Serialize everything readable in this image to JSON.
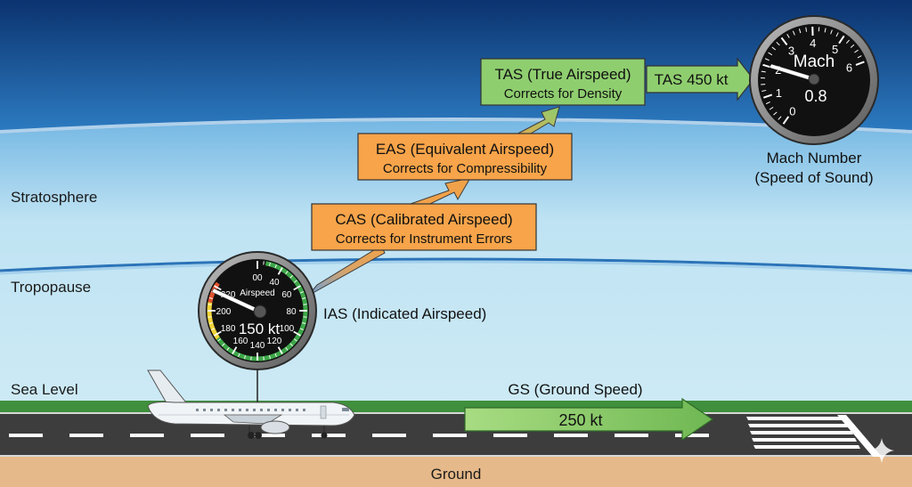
{
  "zones": {
    "stratosphere": "Stratosphere",
    "tropopause": "Tropopause",
    "sea_level": "Sea Level",
    "ground": "Ground"
  },
  "boxes": {
    "cas": {
      "title": "CAS (Calibrated Airspeed)",
      "subtitle": "Corrects for Instrument Errors",
      "color": "#f7a44a"
    },
    "eas": {
      "title": "EAS (Equivalent Airspeed)",
      "subtitle": "Corrects for Compressibility",
      "color": "#f7a44a"
    },
    "tas": {
      "title": "TAS (True Airspeed)",
      "subtitle": "Corrects for Density",
      "color": "#8fce6f"
    }
  },
  "tas_arrow_label": "TAS 450 kt",
  "airspeed_indicator": {
    "face_label": "Airspeed",
    "reading": "150 kt",
    "caption": "IAS (Indicated Airspeed)",
    "ticks": [
      "00",
      "40",
      "60",
      "80",
      "100",
      "120",
      "140",
      "160",
      "180",
      "200",
      "220"
    ]
  },
  "mach_meter": {
    "face_label": "Mach",
    "reading": "0.8",
    "caption_line1": "Mach Number",
    "caption_line2": "(Speed of Sound)",
    "ticks": [
      "0",
      "1",
      "2",
      "3",
      "4",
      "5",
      "6"
    ]
  },
  "ground_speed": {
    "label": "GS (Ground Speed)",
    "value": "250 kt"
  },
  "colors": {
    "sky_top": "#0c3a7a",
    "sky_mid": "#2f84c8",
    "sky_low": "#bfe3f3",
    "orange_box": "#f7a44a",
    "green_box": "#8fce6f",
    "grass": "#3f8f3c",
    "runway": "#3d3d3d",
    "ground": "#e6b98a"
  }
}
